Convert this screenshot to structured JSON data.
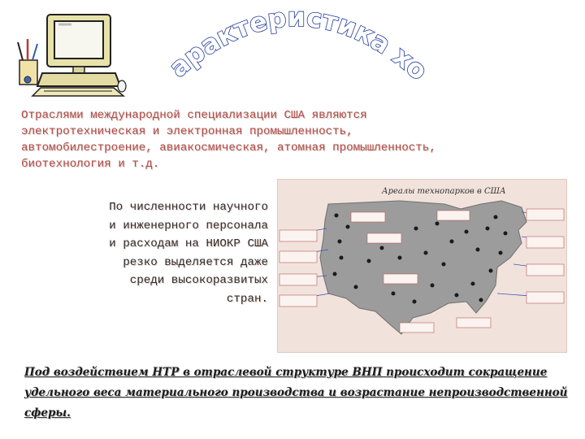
{
  "slide": {
    "title": "Общая характеристика хозяйства.",
    "intro_text": "Отраслями международной специализации США являются\nэлектротехническая и электронная промышленность,\nавтомобилестроение, авиакосмическая, атомная промышленность,\nбиотехнология и т.д.",
    "side_note": "По численности научного\nи инженерного персонала\nи расходам на НИОКР США\nрезко выделяется даже\nсреди высокоразвитых\nстран.",
    "map_title": "Ареалы технопарков в США",
    "bottom_text": "Под воздействием НТР в отраслевой структуре ВНП происходит сокращение\nудельного веса материального производства и возрастание непроизводственной сферы."
  },
  "colors": {
    "title_outline": "#1f3a9e",
    "intro_text": "#b24a4a",
    "map_background": "#f1e2dc",
    "map_land": "#9c9c9c"
  },
  "icons": [
    "computer-clipart-icon",
    "usa-map-icon"
  ]
}
